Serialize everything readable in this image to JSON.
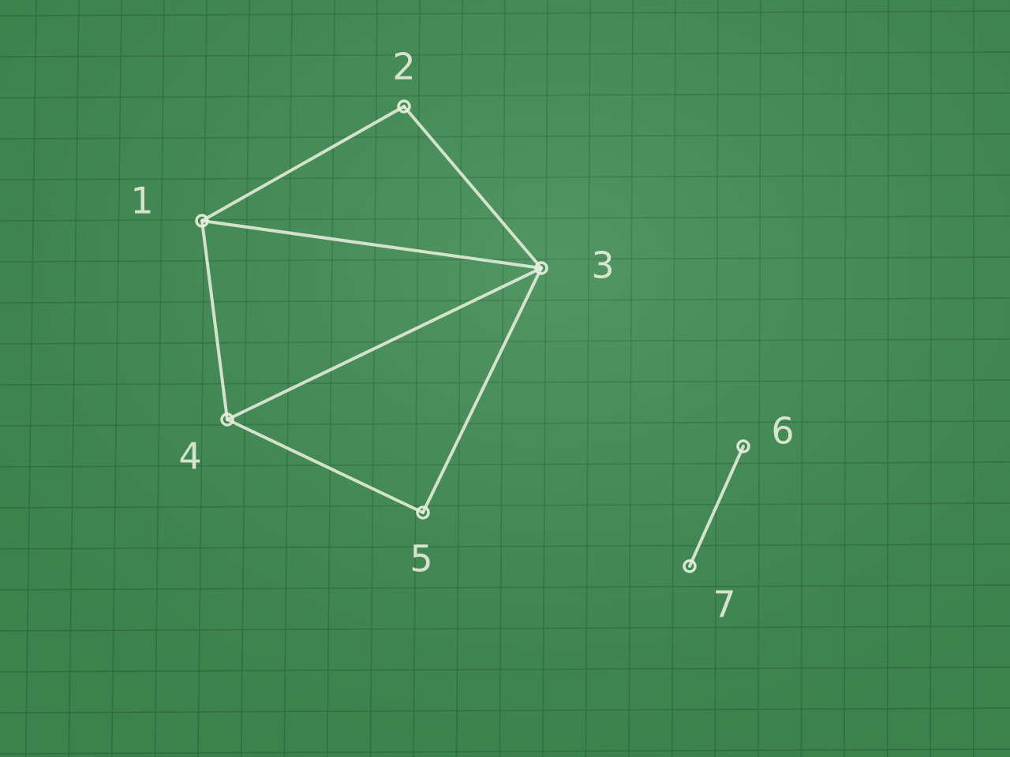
{
  "board": {
    "background": "#3f8a52",
    "grid_color": "#2f6f40",
    "chalk_color": "#e6eedc"
  },
  "graph": {
    "nodes": [
      {
        "id": "1",
        "label": "1"
      },
      {
        "id": "2",
        "label": "2"
      },
      {
        "id": "3",
        "label": "3"
      },
      {
        "id": "4",
        "label": "4"
      },
      {
        "id": "5",
        "label": "5"
      },
      {
        "id": "6",
        "label": "6"
      },
      {
        "id": "7",
        "label": "7"
      }
    ],
    "edges": [
      [
        "1",
        "2"
      ],
      [
        "2",
        "3"
      ],
      [
        "1",
        "3"
      ],
      [
        "1",
        "4"
      ],
      [
        "3",
        "4"
      ],
      [
        "3",
        "5"
      ],
      [
        "4",
        "5"
      ],
      [
        "6",
        "7"
      ]
    ]
  }
}
